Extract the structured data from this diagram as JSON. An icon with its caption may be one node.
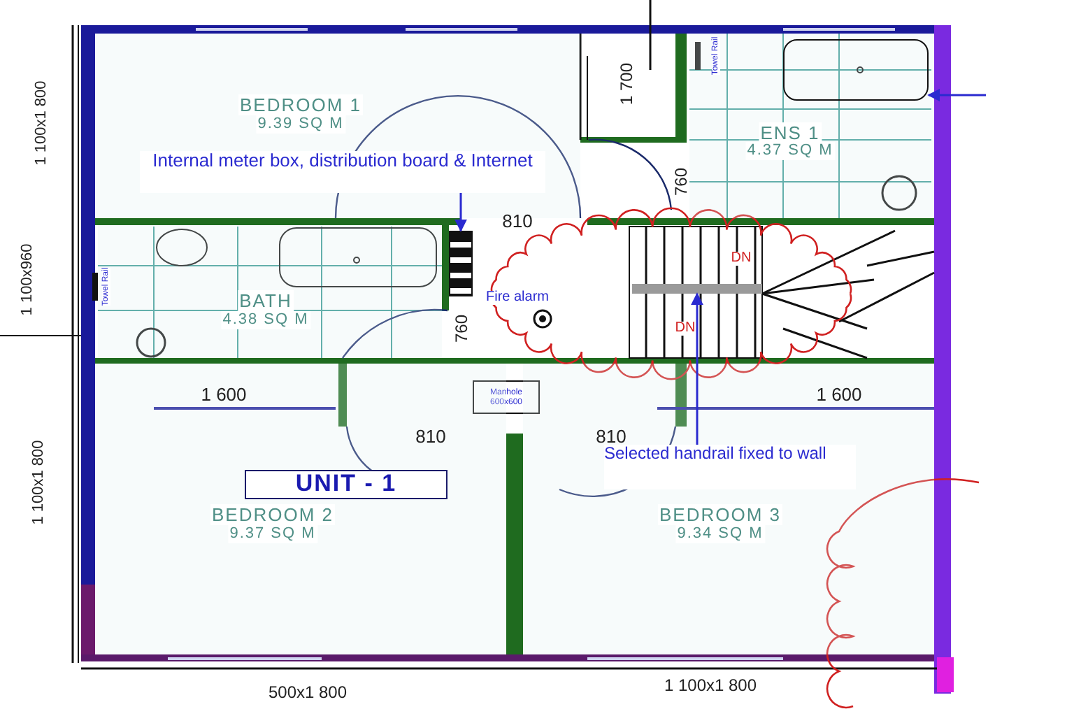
{
  "diagram": {
    "nodes": [
      {
        "text": [
          "BEDROOM 1",
          "9.39 SQ M"
        ]
      },
      {
        "text": [
          "Internal meter box, distribution board & Internet"
        ],
        "in": 0
      },
      {
        "text": [
          "ENS 1",
          "4.37 SQ M"
        ]
      },
      {
        "text": [],
        "shape": "box",
        "in": 2
      },
      {
        "text": [],
        "shape": "box"
      },
      {
        "text": [
          "BATH",
          "4.38 SQ M"
        ]
      },
      {
        "text": [],
        "shape": "bar"
      },
      {
        "text": [
          "Manhole 600x600"
        ]
      },
      {
        "text": [
          "BEDROOM 2",
          "9.37 SQ M"
        ]
      },
      {
        "text": [
          "UNIT - 1"
        ],
        "in": 8
      },
      {
        "text": [
          "BEDROOM 3",
          "9.34 SQ M"
        ]
      },
      {
        "text": [
          "Selected handrail fixed to wall"
        ],
        "in": 10
      }
    ],
    "edges": [
      {
        "from": 1,
        "to": 4,
        "arrow": "to"
      },
      {
        "from": 11,
        "to": 6,
        "arrow": "to"
      },
      {
        "from": null,
        "to": 3,
        "arrow": "to"
      }
    ],
    "labels": [
      "1 700",
      "Towel Rail",
      "1 100x1 800",
      "760",
      "810",
      "DN",
      "1 100x960",
      "Towel Rail",
      "Fire alarm",
      "760",
      "DN",
      "1 600",
      "1 600",
      "810",
      "810",
      "1 100x1 800",
      "500x1 800",
      "1 100x1 800"
    ]
  }
}
